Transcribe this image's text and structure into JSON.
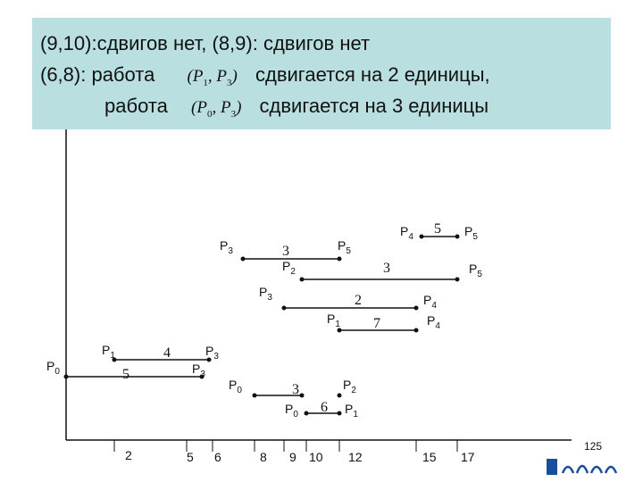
{
  "header": {
    "line1": "(9,10):сдвигов нет,  (8,9): сдвигов нет",
    "line2_prefix": "(6,8): работа",
    "line2_suffix": "сдвигается на 2 единицы,",
    "line3_prefix": "работа",
    "line3_suffix": "сдвигается на 3 единицы",
    "formula1": {
      "open": "(",
      "a": "P",
      "a_sub": "1",
      "comma": ", ",
      "b": "P",
      "b_sub": "3",
      "close": ")"
    },
    "formula2": {
      "open": "(",
      "a": "P",
      "a_sub": "0",
      "comma": ", ",
      "b": "P",
      "b_sub": "3",
      "close": ")"
    }
  },
  "axis_ticks": [
    "2",
    "5",
    "6",
    "8",
    "9",
    "10",
    "12",
    "15",
    "17"
  ],
  "bars": [
    {
      "weight": "5"
    },
    {
      "weight": "4"
    },
    {
      "weight": "3"
    },
    {
      "weight": "6"
    },
    {
      "weight": "2"
    },
    {
      "weight": "7"
    },
    {
      "weight": "3"
    },
    {
      "weight": "3"
    },
    {
      "weight": "5"
    }
  ],
  "node_labels": [
    {
      "p": "P",
      "sub": "0"
    },
    {
      "p": "P",
      "sub": "1"
    },
    {
      "p": "P",
      "sub": "3"
    },
    {
      "p": "P",
      "sub": "3"
    },
    {
      "p": "P",
      "sub": "0"
    },
    {
      "p": "P",
      "sub": "0"
    },
    {
      "p": "P",
      "sub": "2"
    },
    {
      "p": "P",
      "sub": "1"
    },
    {
      "p": "P",
      "sub": "1"
    },
    {
      "p": "P",
      "sub": "3"
    },
    {
      "p": "P",
      "sub": "4"
    },
    {
      "p": "P",
      "sub": "4"
    },
    {
      "p": "P",
      "sub": "3"
    },
    {
      "p": "P",
      "sub": "2"
    },
    {
      "p": "P",
      "sub": "5"
    },
    {
      "p": "P",
      "sub": "5"
    },
    {
      "p": "P",
      "sub": "4"
    },
    {
      "p": "P",
      "sub": "5"
    }
  ],
  "page_number": "125",
  "colors": {
    "background": "#b9dfe1",
    "diagram": "#ffffff",
    "ink": "#111111",
    "logo": "#1a4d9c"
  }
}
